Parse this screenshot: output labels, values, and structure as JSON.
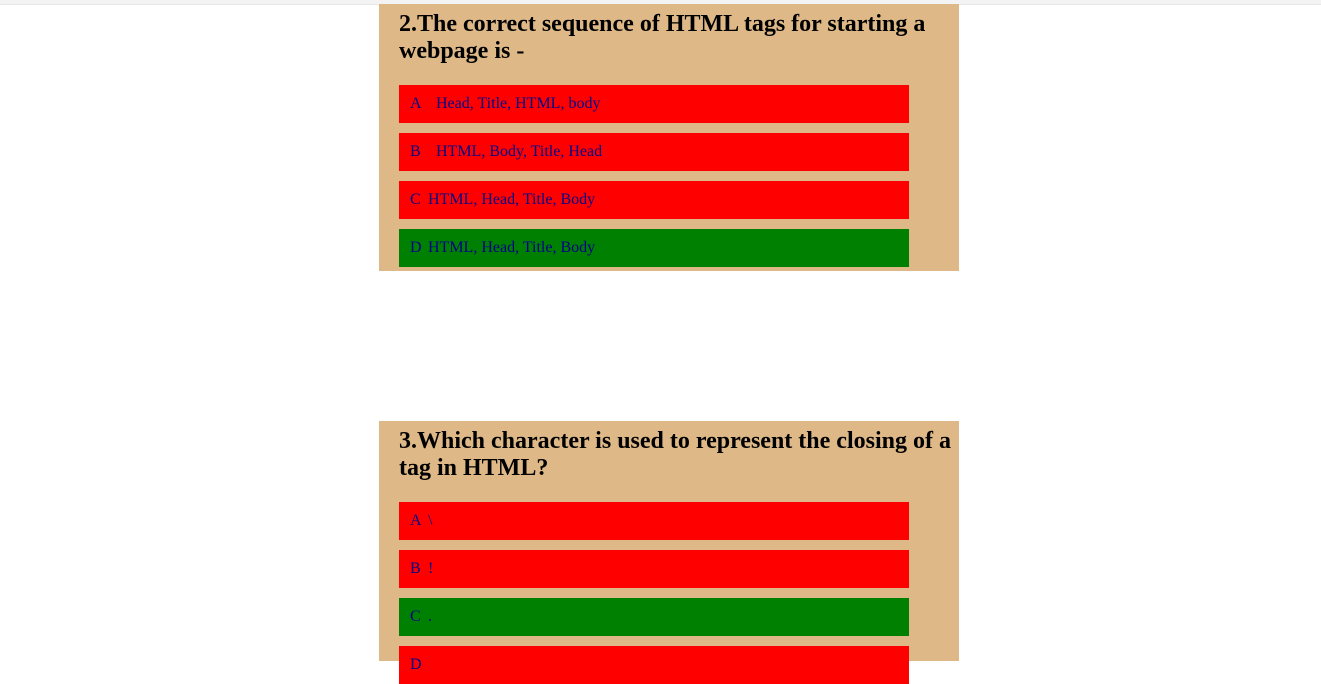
{
  "colors": {
    "card_bg": "#deb887",
    "wrong_option": "#ff0000",
    "correct_option": "#008000",
    "option_text": "#00008b"
  },
  "questions": [
    {
      "title": "2.The correct sequence of HTML tags for starting a webpage is -",
      "options": [
        {
          "letter": "A",
          "text": "  Head, Title, HTML, body",
          "state": "wrong"
        },
        {
          "letter": "B",
          "text": "  HTML, Body, Title, Head",
          "state": "wrong"
        },
        {
          "letter": "C",
          "text": "HTML, Head, Title, Body",
          "state": "wrong"
        },
        {
          "letter": "D",
          "text": "HTML, Head, Title, Body",
          "state": "correct"
        }
      ]
    },
    {
      "title": "3.Which character is used to represent the closing of a tag in HTML?",
      "options": [
        {
          "letter": "A",
          "text": "\\",
          "state": "wrong"
        },
        {
          "letter": "B",
          "text": "!",
          "state": "wrong"
        },
        {
          "letter": "C",
          "text": ".",
          "state": "correct"
        },
        {
          "letter": "D",
          "text": "",
          "state": "wrong"
        }
      ]
    }
  ]
}
